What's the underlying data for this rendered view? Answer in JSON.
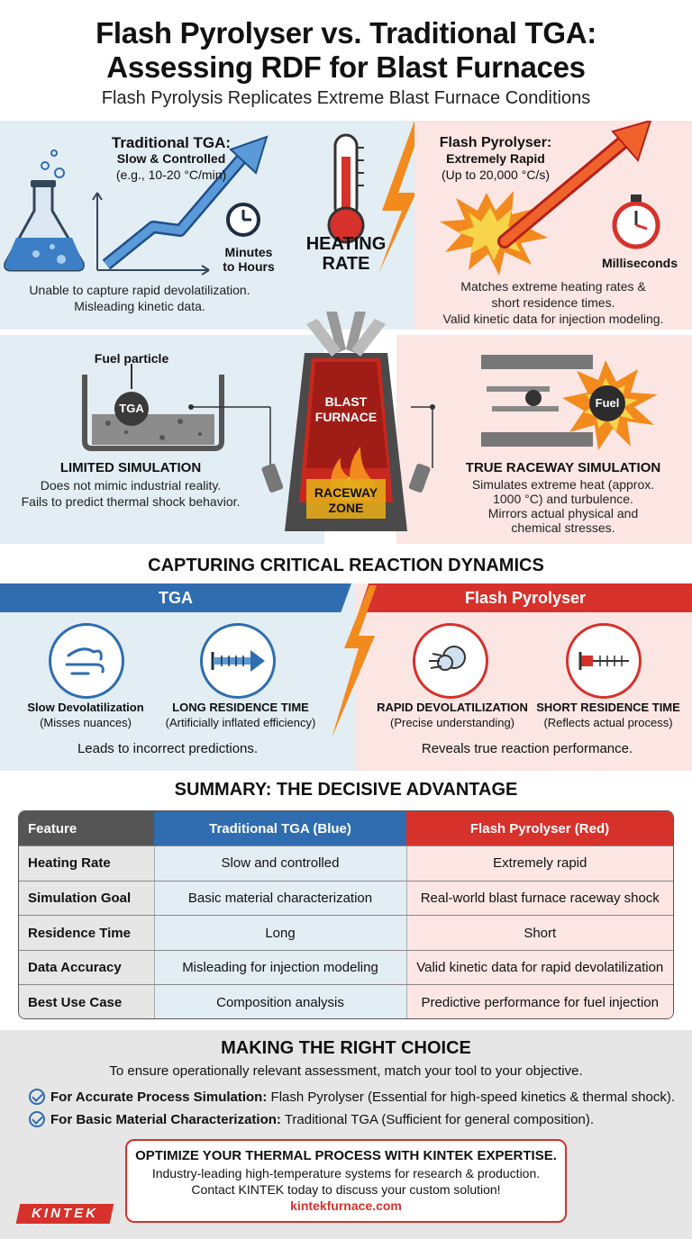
{
  "header": {
    "title_line1": "Flash Pyrolyser vs. Traditional TGA:",
    "title_line2": "Assessing RDF for Blast Furnaces",
    "subtitle": "Flash Pyrolysis Replicates Extreme Blast Furnace Conditions"
  },
  "heating": {
    "center_line1": "HEATING",
    "center_line2": "RATE",
    "tga_title": "Traditional TGA:",
    "tga_sub": "Slow & Controlled",
    "tga_rate": "(e.g., 10-20 °C/min)",
    "tga_time_line1": "Minutes",
    "tga_time_line2": "to Hours",
    "tga_desc_line1": "Unable to capture rapid devolatilization.",
    "tga_desc_line2": "Misleading kinetic data.",
    "fp_title": "Flash Pyrolyser:",
    "fp_sub": "Extremely Rapid",
    "fp_rate": "(Up to 20,000 °C/s)",
    "fp_time": "Milliseconds",
    "fp_desc_line1": "Matches extreme heating rates &",
    "fp_desc_line2": "short residence times.",
    "fp_desc_line3": "Valid kinetic data for injection modeling."
  },
  "simulation": {
    "fuel_particle_label": "Fuel particle",
    "tga_chip": "TGA",
    "furnace_line1": "BLAST",
    "furnace_line2": "FURNACE",
    "raceway_line1": "RACEWAY",
    "raceway_line2": "ZONE",
    "fuel_chip": "Fuel",
    "left_title": "LIMITED SIMULATION",
    "left_line1": "Does not mimic industrial reality.",
    "left_line2": "Fails to predict thermal shock behavior.",
    "right_title": "TRUE RACEWAY SIMULATION",
    "right_line1": "Simulates extreme heat (approx.",
    "right_line2": "1000 °C) and turbulence.",
    "right_line3": "Mirrors actual physical and",
    "right_line4": "chemical stresses."
  },
  "dynamics": {
    "title": "CAPTURING CRITICAL REACTION DYNAMICS",
    "tga_bar": "TGA",
    "fp_bar": "Flash Pyrolyser",
    "items": [
      {
        "title": "Slow Devolatilization",
        "sub": "(Misses nuances)"
      },
      {
        "title": "LONG RESIDENCE TIME",
        "sub": "(Artificially inflated efficiency)"
      },
      {
        "title": "RAPID DEVOLATILIZATION",
        "sub": "(Precise understanding)"
      },
      {
        "title": "SHORT RESIDENCE TIME",
        "sub": "(Reflects actual process)"
      }
    ],
    "tga_conclusion": "Leads to incorrect predictions.",
    "fp_conclusion": "Reveals true reaction performance."
  },
  "summary": {
    "title": "SUMMARY: THE DECISIVE ADVANTAGE",
    "headers": [
      "Feature",
      "Traditional TGA (Blue)",
      "Flash Pyrolyser (Red)"
    ],
    "rows": [
      [
        "Heating Rate",
        "Slow and controlled",
        "Extremely rapid"
      ],
      [
        "Simulation Goal",
        "Basic material characterization",
        "Real-world blast furnace raceway shock"
      ],
      [
        "Residence Time",
        "Long",
        "Short"
      ],
      [
        "Data Accuracy",
        "Misleading for injection modeling",
        "Valid kinetic data for rapid devolatilization"
      ],
      [
        "Best Use Case",
        "Composition analysis",
        "Predictive performance for fuel injection"
      ]
    ]
  },
  "choice": {
    "title": "MAKING THE RIGHT CHOICE",
    "subtitle": "To ensure operationally relevant assessment, match your tool to your objective.",
    "item1_bold": "For Accurate Process Simulation:",
    "item1_text": " Flash Pyrolyser (Essential for high-speed kinetics & thermal shock).",
    "item2_bold": "For Basic Material Characterization:",
    "item2_text": " Traditional TGA (Sufficient for general composition)."
  },
  "cta": {
    "heading": "OPTIMIZE YOUR THERMAL PROCESS WITH KINTEK EXPERTISE.",
    "line1": "Industry-leading high-temperature systems for research & production.",
    "line2": "Contact KINTEK today to discuss your custom solution!",
    "url": "kintekfurnace.com"
  },
  "brand": {
    "logo": "KINTEK"
  },
  "colors": {
    "blue": "#2f6db0",
    "red": "#d7312b",
    "blue_bg": "#e3edf4",
    "red_bg": "#fbe6e4"
  }
}
